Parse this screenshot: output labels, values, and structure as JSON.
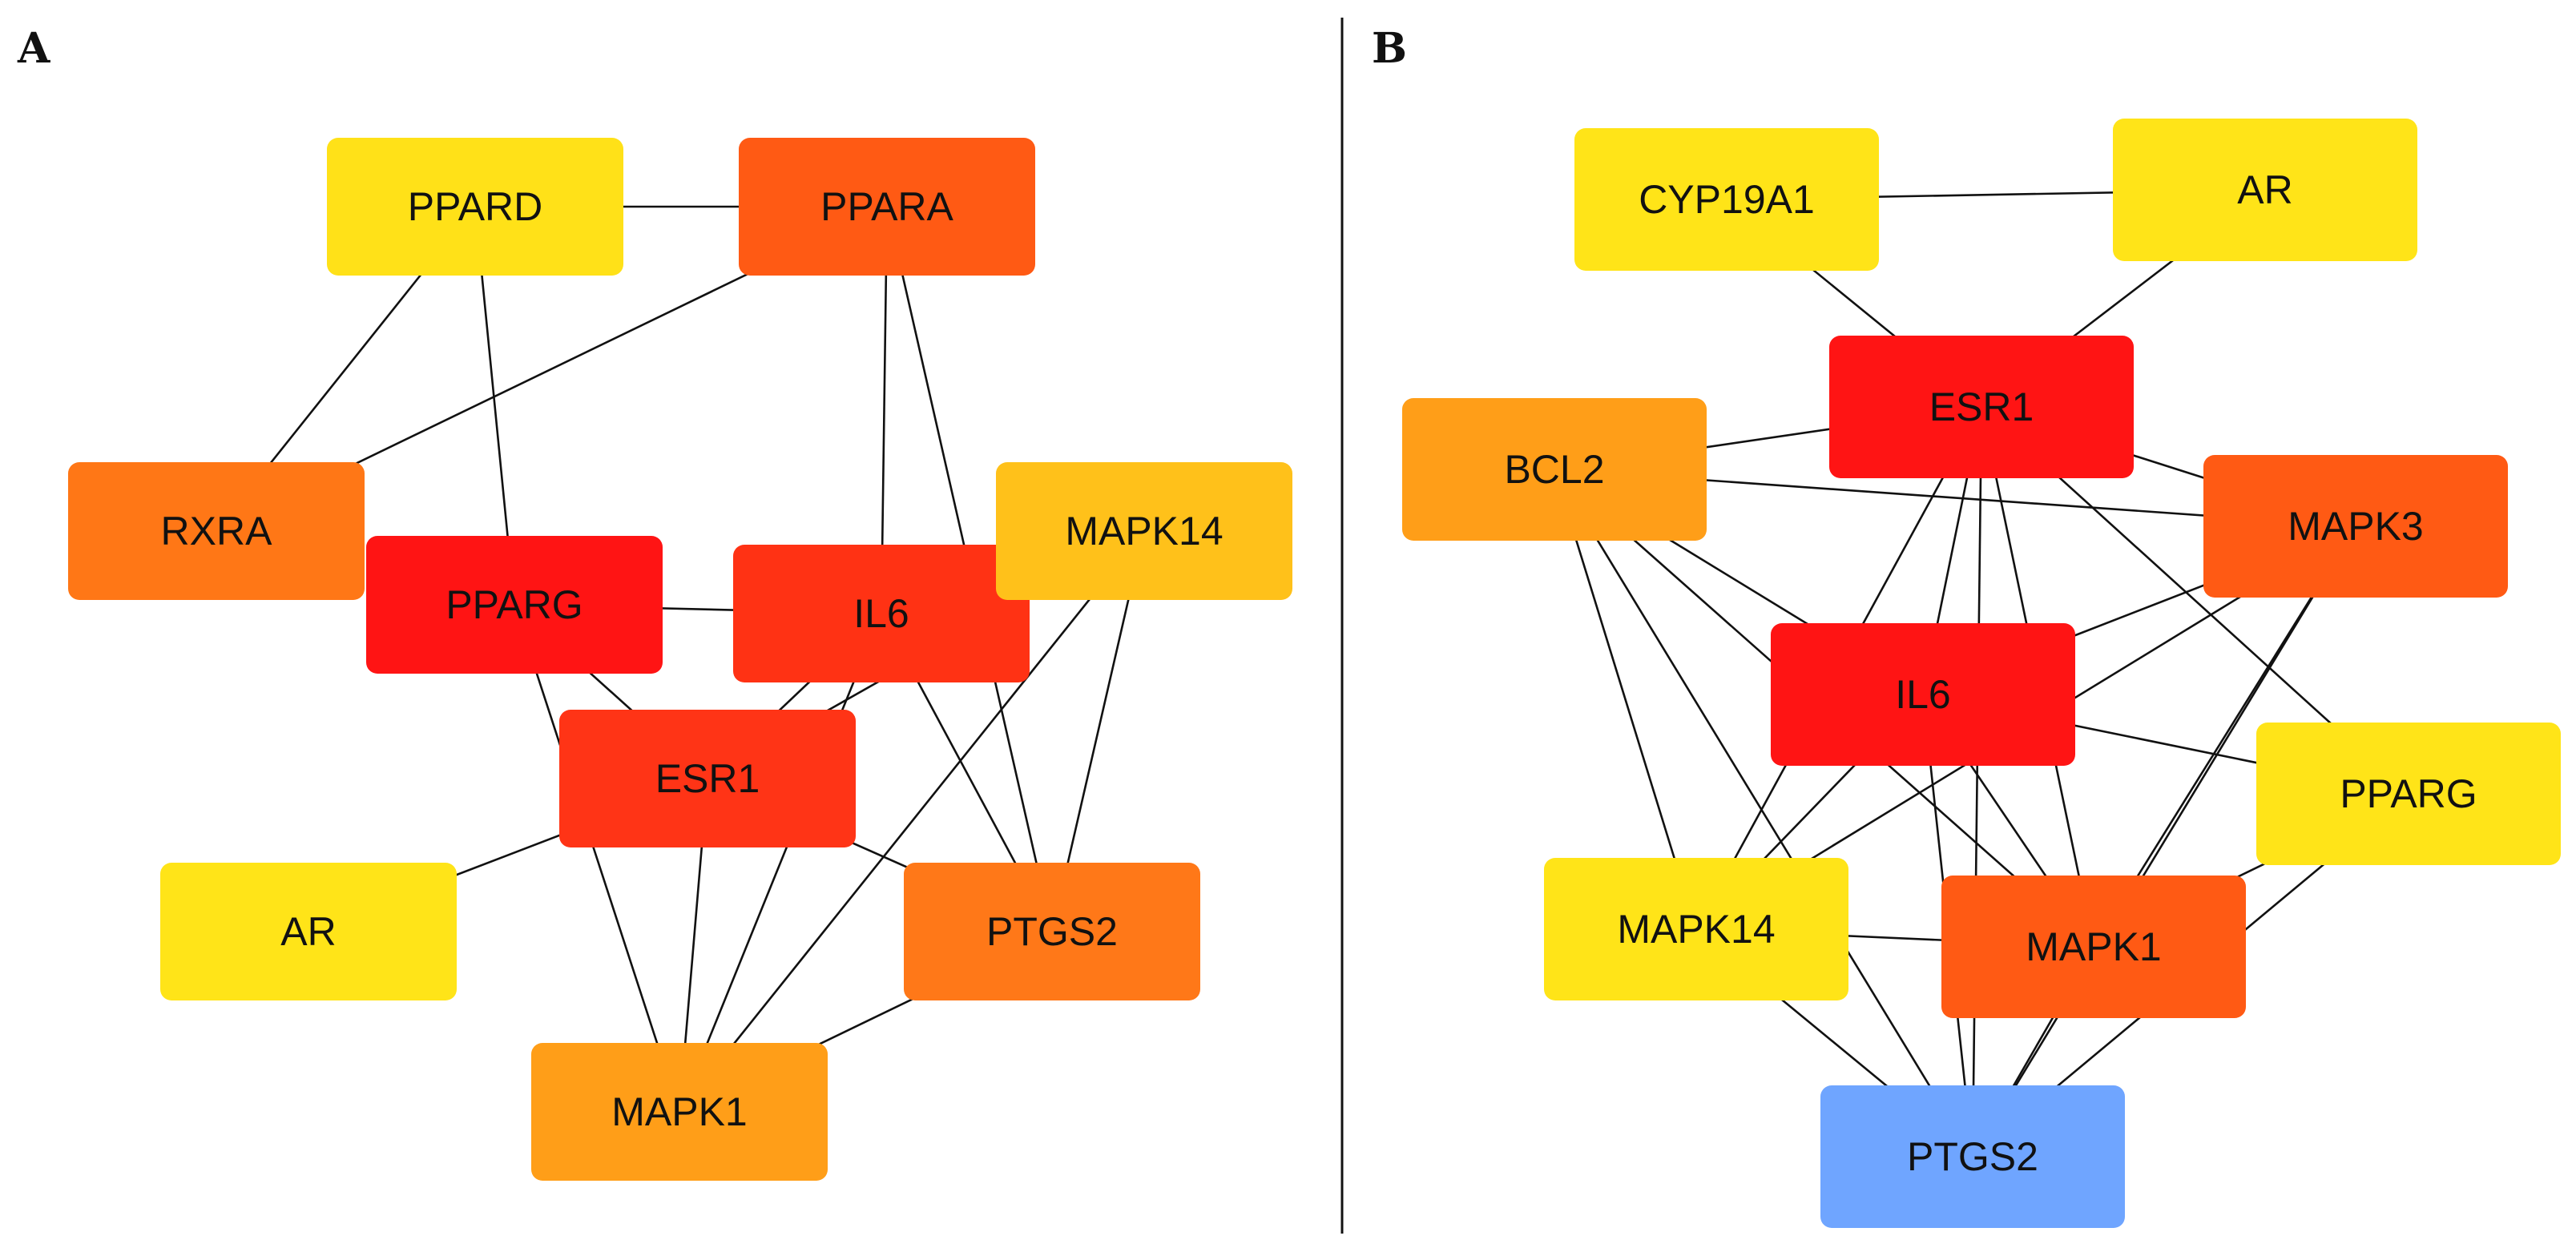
{
  "figure": {
    "panels": [
      {
        "id": "A",
        "label": "A",
        "nodes": [
          {
            "id": "PPARD",
            "label": "PPARD",
            "color": "#FFE118"
          },
          {
            "id": "PPARA",
            "label": "PPARA",
            "color": "#FF5A14"
          },
          {
            "id": "RXRA",
            "label": "RXRA",
            "color": "#FF7716"
          },
          {
            "id": "PPARG",
            "label": "PPARG",
            "color": "#FF1414"
          },
          {
            "id": "IL6",
            "label": "IL6",
            "color": "#FF3214"
          },
          {
            "id": "MAPK14",
            "label": "MAPK14",
            "color": "#FFC11A"
          },
          {
            "id": "ESR1",
            "label": "ESR1",
            "color": "#FF3416"
          },
          {
            "id": "AR",
            "label": "AR",
            "color": "#FFE418"
          },
          {
            "id": "PTGS2",
            "label": "PTGS2",
            "color": "#FF7818"
          },
          {
            "id": "MAPK1",
            "label": "MAPK1",
            "color": "#FF9E18"
          }
        ],
        "edges": [
          [
            "PPARD",
            "PPARA"
          ],
          [
            "PPARD",
            "RXRA"
          ],
          [
            "PPARD",
            "PPARG"
          ],
          [
            "PPARA",
            "RXRA"
          ],
          [
            "PPARA",
            "IL6"
          ],
          [
            "PPARA",
            "PTGS2"
          ],
          [
            "PPARG",
            "IL6"
          ],
          [
            "PPARG",
            "ESR1"
          ],
          [
            "PPARG",
            "MAPK1"
          ],
          [
            "IL6",
            "ESR1"
          ],
          [
            "IL6",
            "MAPK1"
          ],
          [
            "IL6",
            "PTGS2"
          ],
          [
            "ESR1",
            "AR"
          ],
          [
            "ESR1",
            "PTGS2"
          ],
          [
            "ESR1",
            "MAPK1"
          ],
          [
            "MAPK14",
            "ESR1"
          ],
          [
            "MAPK14",
            "MAPK1"
          ],
          [
            "MAPK14",
            "PTGS2"
          ],
          [
            "PTGS2",
            "MAPK1"
          ]
        ]
      },
      {
        "id": "B",
        "label": "B",
        "nodes": [
          {
            "id": "CYP19A1",
            "label": "CYP19A1",
            "color": "#FFE418"
          },
          {
            "id": "AR",
            "label": "AR",
            "color": "#FFE418"
          },
          {
            "id": "ESR1",
            "label": "ESR1",
            "color": "#FF1414"
          },
          {
            "id": "BCL2",
            "label": "BCL2",
            "color": "#FF9E18"
          },
          {
            "id": "MAPK3",
            "label": "MAPK3",
            "color": "#FF5A14"
          },
          {
            "id": "IL6",
            "label": "IL6",
            "color": "#FF1414"
          },
          {
            "id": "PPARG",
            "label": "PPARG",
            "color": "#FFE418"
          },
          {
            "id": "MAPK14",
            "label": "MAPK14",
            "color": "#FFE418"
          },
          {
            "id": "MAPK1",
            "label": "MAPK1",
            "color": "#FF5A14"
          },
          {
            "id": "PTGS2",
            "label": "PTGS2",
            "color": "#6FA5FF"
          }
        ],
        "edges": [
          [
            "CYP19A1",
            "AR"
          ],
          [
            "CYP19A1",
            "ESR1"
          ],
          [
            "AR",
            "ESR1"
          ],
          [
            "BCL2",
            "ESR1"
          ],
          [
            "BCL2",
            "MAPK3"
          ],
          [
            "BCL2",
            "IL6"
          ],
          [
            "BCL2",
            "MAPK14"
          ],
          [
            "BCL2",
            "MAPK1"
          ],
          [
            "BCL2",
            "PTGS2"
          ],
          [
            "ESR1",
            "MAPK3"
          ],
          [
            "ESR1",
            "IL6"
          ],
          [
            "ESR1",
            "PPARG"
          ],
          [
            "ESR1",
            "MAPK14"
          ],
          [
            "ESR1",
            "MAPK1"
          ],
          [
            "ESR1",
            "PTGS2"
          ],
          [
            "MAPK3",
            "IL6"
          ],
          [
            "MAPK3",
            "MAPK14"
          ],
          [
            "MAPK3",
            "MAPK1"
          ],
          [
            "MAPK3",
            "PTGS2"
          ],
          [
            "IL6",
            "PPARG"
          ],
          [
            "IL6",
            "MAPK14"
          ],
          [
            "IL6",
            "MAPK1"
          ],
          [
            "IL6",
            "PTGS2"
          ],
          [
            "PPARG",
            "MAPK1"
          ],
          [
            "PPARG",
            "PTGS2"
          ],
          [
            "MAPK14",
            "MAPK1"
          ],
          [
            "MAPK14",
            "PTGS2"
          ],
          [
            "MAPK1",
            "PTGS2"
          ]
        ]
      }
    ]
  }
}
